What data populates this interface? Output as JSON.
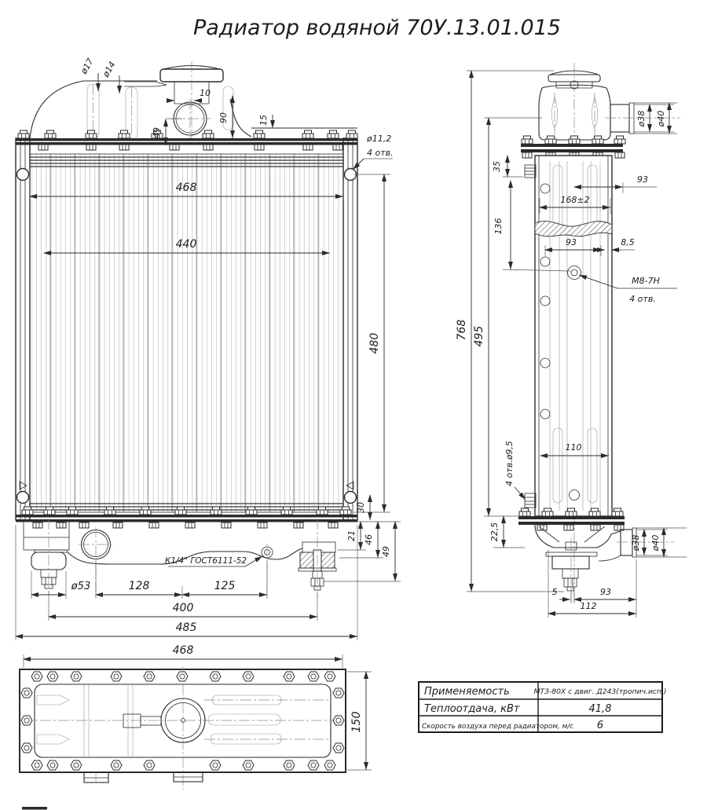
{
  "title": "Радиатор водяной 70У.13.01.015",
  "colors": {
    "line": "#2b2b2b",
    "light_line": "#b8b8b8",
    "background": "#ffffff"
  },
  "front_dims": {
    "d17": "ø17",
    "d14": "ø14",
    "d10": "10",
    "d90": "90",
    "d15": "15",
    "d49_top": "49",
    "d468": "468",
    "d440": "440",
    "d480": "480",
    "hole_dia": "ø11,2",
    "hole_qty": "4 отв.",
    "d30": "30",
    "d21": "21",
    "d46": "46",
    "d49_bot": "49",
    "d53": "ø53",
    "d128": "128",
    "d125": "125",
    "thread": "К1/4\" ГОСТ6111-52",
    "d400": "400",
    "d485": "485"
  },
  "side_dims": {
    "d38_top": "ø38",
    "d40_top": "ø40",
    "d93_top": "93",
    "d168": "168±2",
    "d35": "35",
    "d136": "136",
    "d495": "495",
    "d768": "768",
    "d93_mid": "93",
    "d8_5": "8,5",
    "m8": "М8-7Н",
    "m8_qty": "4 отв.",
    "d110": "110",
    "holes_9_5": "4 отв.ø9,5",
    "d22_5": "22,5",
    "d5": "5",
    "d93_bot": "93",
    "d112": "112",
    "d38_bot": "ø38",
    "d40_bot": "ø40"
  },
  "bottom_dims": {
    "d468": "468",
    "d150": "150"
  },
  "table": {
    "rows": [
      {
        "label": "Применяемость",
        "value": "МТЗ-80Х с двиг. Д243(тропич.исп.)"
      },
      {
        "label": "Теплоотдача, кВт",
        "value": "41,8"
      },
      {
        "label": "Скорость воздуха перед радиатором, м/с",
        "value": "6"
      }
    ]
  }
}
